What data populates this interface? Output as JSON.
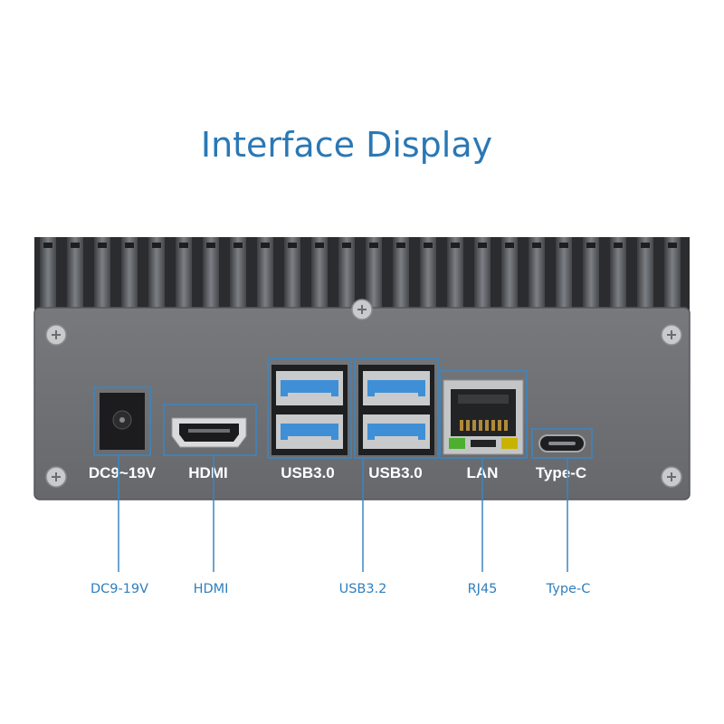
{
  "title": "Interface Display",
  "colors": {
    "accent": "#2a78b5",
    "callout_line": "#3a86c4",
    "panel": "#6e7175",
    "usb_blue": "#3f8fd6",
    "led_green": "#4caf2e",
    "led_yellow": "#c8b400"
  },
  "panel_labels": {
    "dc": "DC9~19V",
    "hdmi": "HDMI",
    "usb_a": "USB3.0",
    "usb_b": "USB3.0",
    "lan": "LAN",
    "typec": "Type-C"
  },
  "callouts": {
    "dc": "DC9-19V",
    "hdmi": "HDMI",
    "usb": "USB3.2",
    "rj45": "RJ45",
    "typec": "Type-C"
  }
}
